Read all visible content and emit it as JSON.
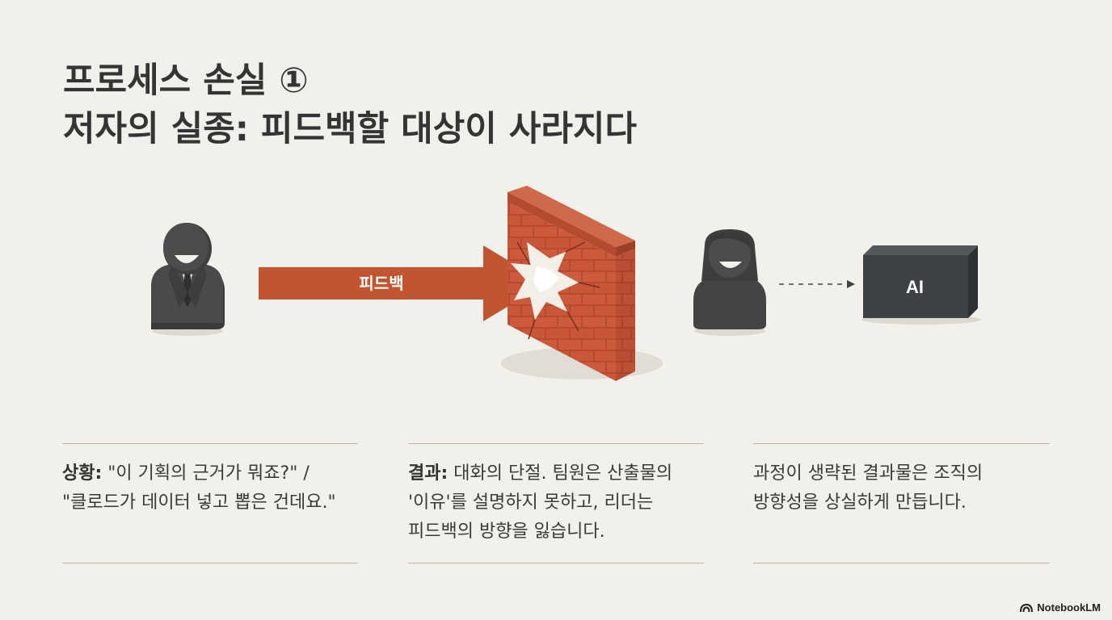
{
  "title": {
    "line1": "프로세스 손실 ①",
    "line2": "저자의 실종: 피드백할 대상이 사라지다"
  },
  "diagram": {
    "arrow_label": "피드백",
    "ai_label": "AI"
  },
  "columns": [
    {
      "label": "상황:",
      "line1": " \"이 기획의 근거가 뭐죠?\" /",
      "line2": "\"클로드가 데이터 넣고 뽑은 건데요.\""
    },
    {
      "label": "결과:",
      "line1": " 대화의 단절. 팀원은 산출물의",
      "line2": "'이유'를 설명하지 못하고, 리더는",
      "line3": "피드백의 방향을 잃습니다."
    },
    {
      "line1": "과정이 생략된 결과물은 조직의",
      "line2": "방향성을 상실하게 만듭니다."
    }
  ],
  "branding": "NotebookLM",
  "colors": {
    "background": "#f2f0ea",
    "arrow": "#c15530",
    "brick": "#c4553a",
    "figure": "#454545",
    "ai_box": "#3f4244"
  }
}
